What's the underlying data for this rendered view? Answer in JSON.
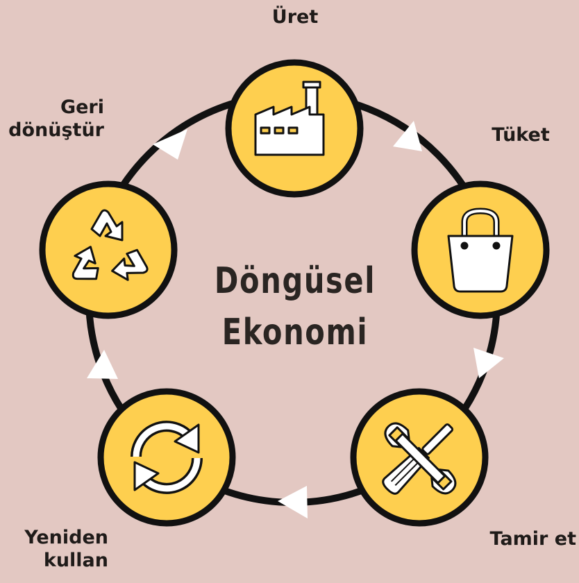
{
  "title": {
    "line1": "Döngüsel",
    "line2": "Ekonomi"
  },
  "steps": [
    {
      "label": "Üret",
      "icon": "factory-icon"
    },
    {
      "label": "Tüket",
      "icon": "shopping-bag-icon"
    },
    {
      "label": "Tamir et",
      "icon": "wrench-screwdriver-icon"
    },
    {
      "label_line1": "Yeniden",
      "label_line2": "kullan",
      "icon": "refresh-arrows-icon"
    },
    {
      "label_line1": "Geri",
      "label_line2": "dönüştür",
      "icon": "recycle-icon"
    }
  ],
  "colors": {
    "background": "#e3c8c2",
    "node_fill": "#fecf4f",
    "outline": "#111111",
    "arrow": "#ffffff"
  }
}
